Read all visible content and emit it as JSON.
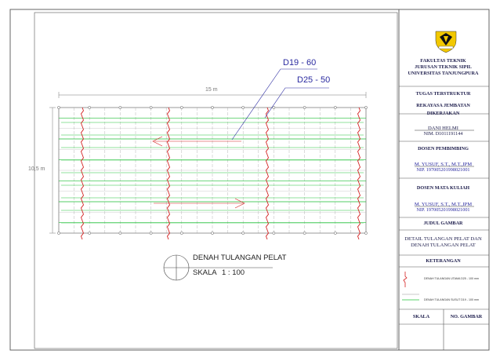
{
  "drawing": {
    "bar_label_1": "D19 - 60",
    "bar_label_2": "D25 - 50",
    "dim_width": "15 m",
    "dim_height": "10,5 m",
    "plan_title": "DENAH TULANGAN PELAT",
    "scale_word": "SKALA",
    "scale_value": "1  :  100"
  },
  "title_block": {
    "faculty": "FAKULTAS TEKNIK",
    "department": "JURUSAN TEKNIK SIPIL",
    "university": "UNIVERSITAS TANJUNGPURA",
    "assignment": "TUGAS TERSTRUKTUR",
    "course": "REKAYASA JEMBATAN",
    "worked_by_header": "DIKERJAKAN",
    "student_name": "DANI HELMI",
    "student_nim": "NIM. D1011191144",
    "supervisor_header": "DOSEN PEMBIMBING",
    "supervisor_name": "M. YUSUF, S.T., M.T.,IPM",
    "supervisor_nip": "NIP. 197005201998021001",
    "lecturer_header": "DOSEN MATA KULIAH",
    "lecturer_name": "M. YUSUF, S.T., M.T.,IPM",
    "lecturer_nip": "NIP. 197005201998021001",
    "drawing_title_header": "JUDUL GAMBAR",
    "drawing_title_1": "DETAIL TULANGAN PELAT DAN",
    "drawing_title_2": "DENAH TULANGAN PELAT",
    "notes_header": "KETERANGAN",
    "legend_main": "DENAH TULANGAN UTAMA D25 - 100 mm",
    "legend_dist": "DENAH TULANGAN SUSUT D19 - 100 mm",
    "scale_header": "SKALA",
    "sheet_no_header": "NO. GAMBAR"
  },
  "colors": {
    "frame": "#555555",
    "main_bar": "#d42020",
    "dist_bar": "#22c43a",
    "annotation": "#2a2aa0"
  }
}
